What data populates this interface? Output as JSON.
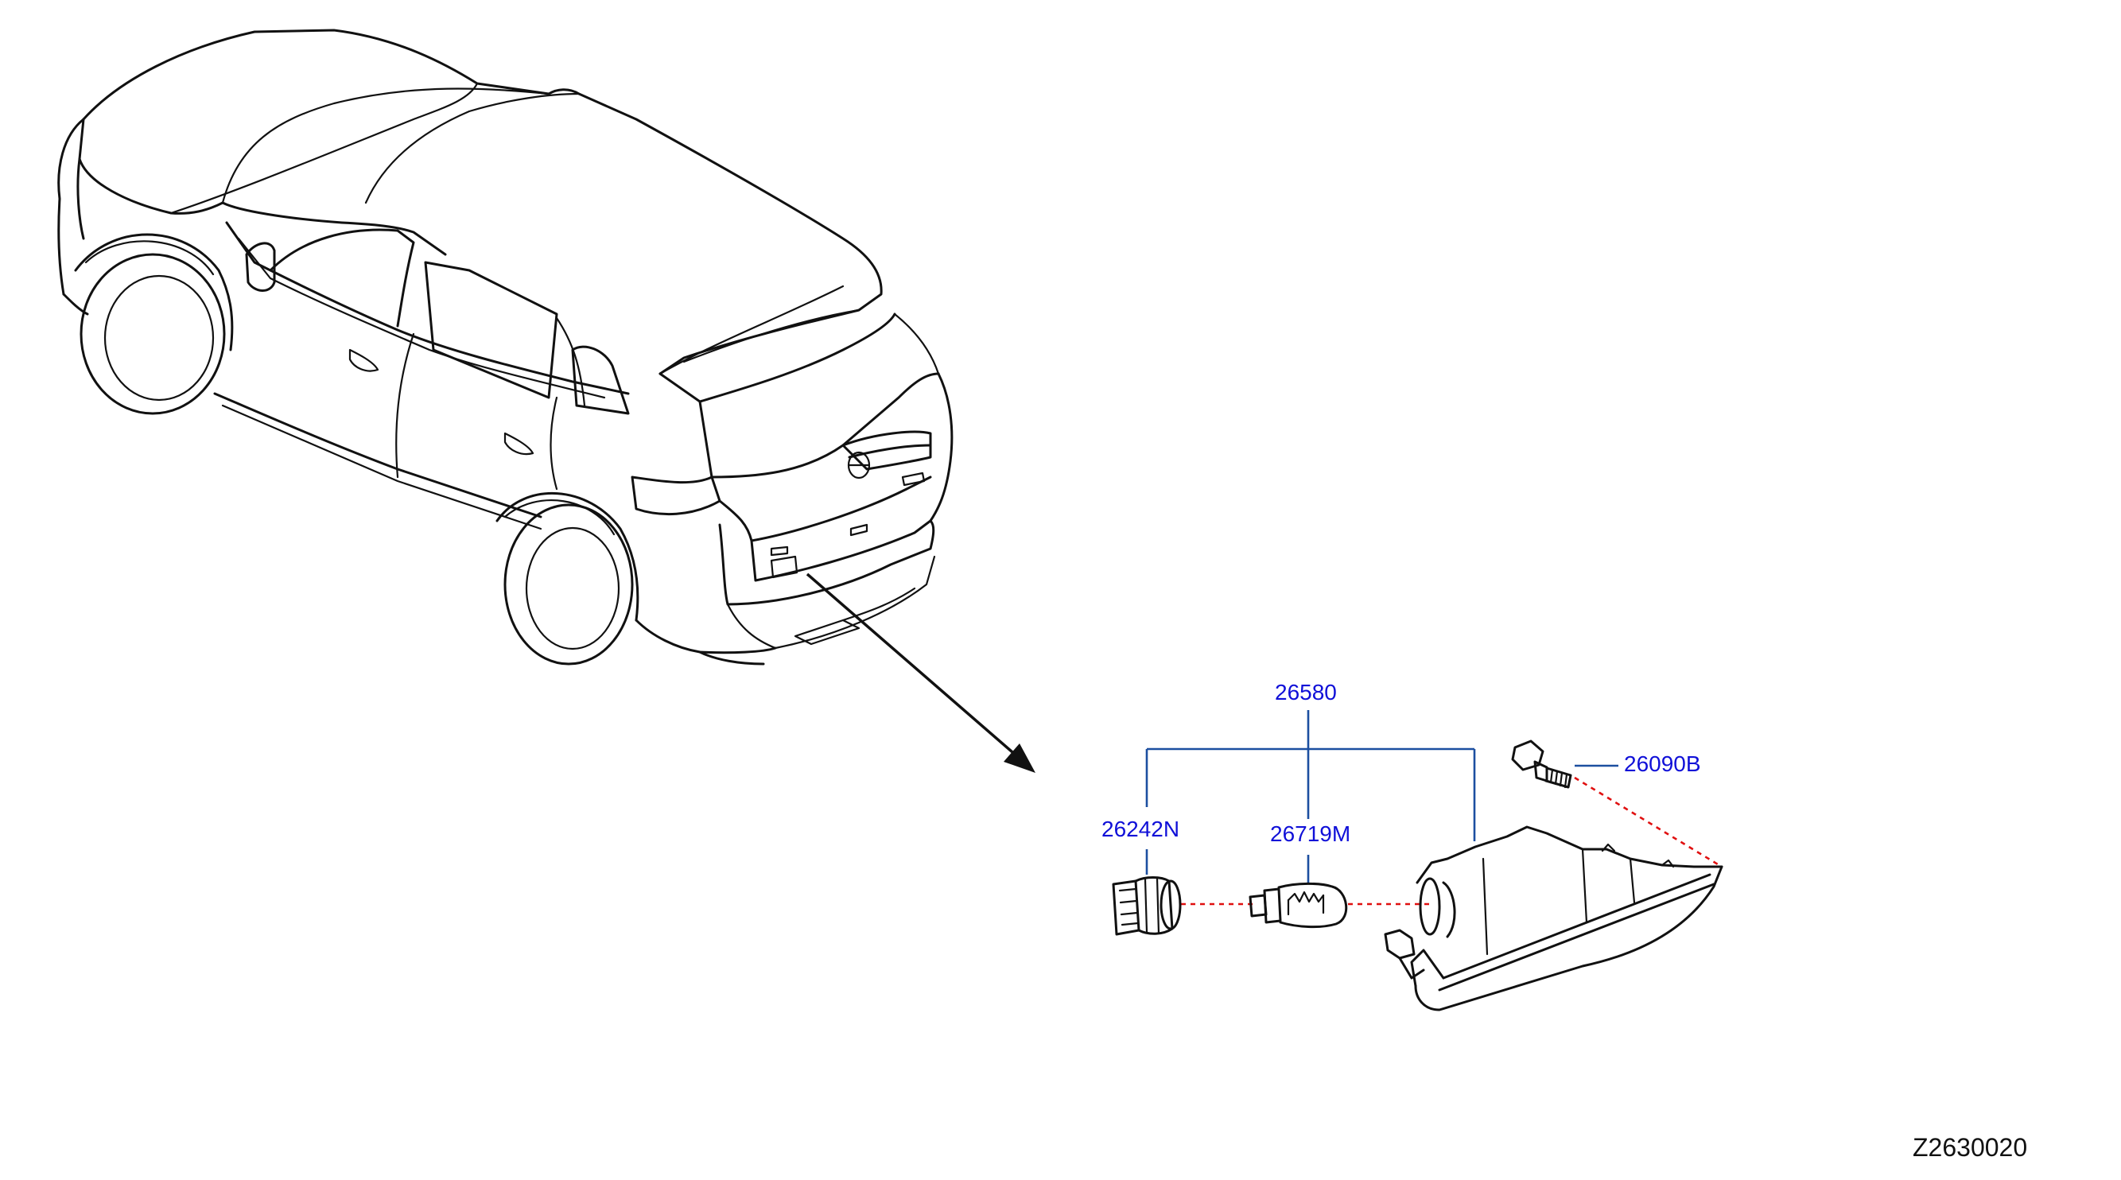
{
  "diagram": {
    "code": "Z2630020",
    "parts": {
      "assembly": "26580",
      "socket": "26242N",
      "bulb": "26719M",
      "screw": "26090B"
    },
    "colors": {
      "label": "#1010d8",
      "leader": "#1c4fa0",
      "dashed": "#e01010",
      "line": "#111111"
    }
  }
}
